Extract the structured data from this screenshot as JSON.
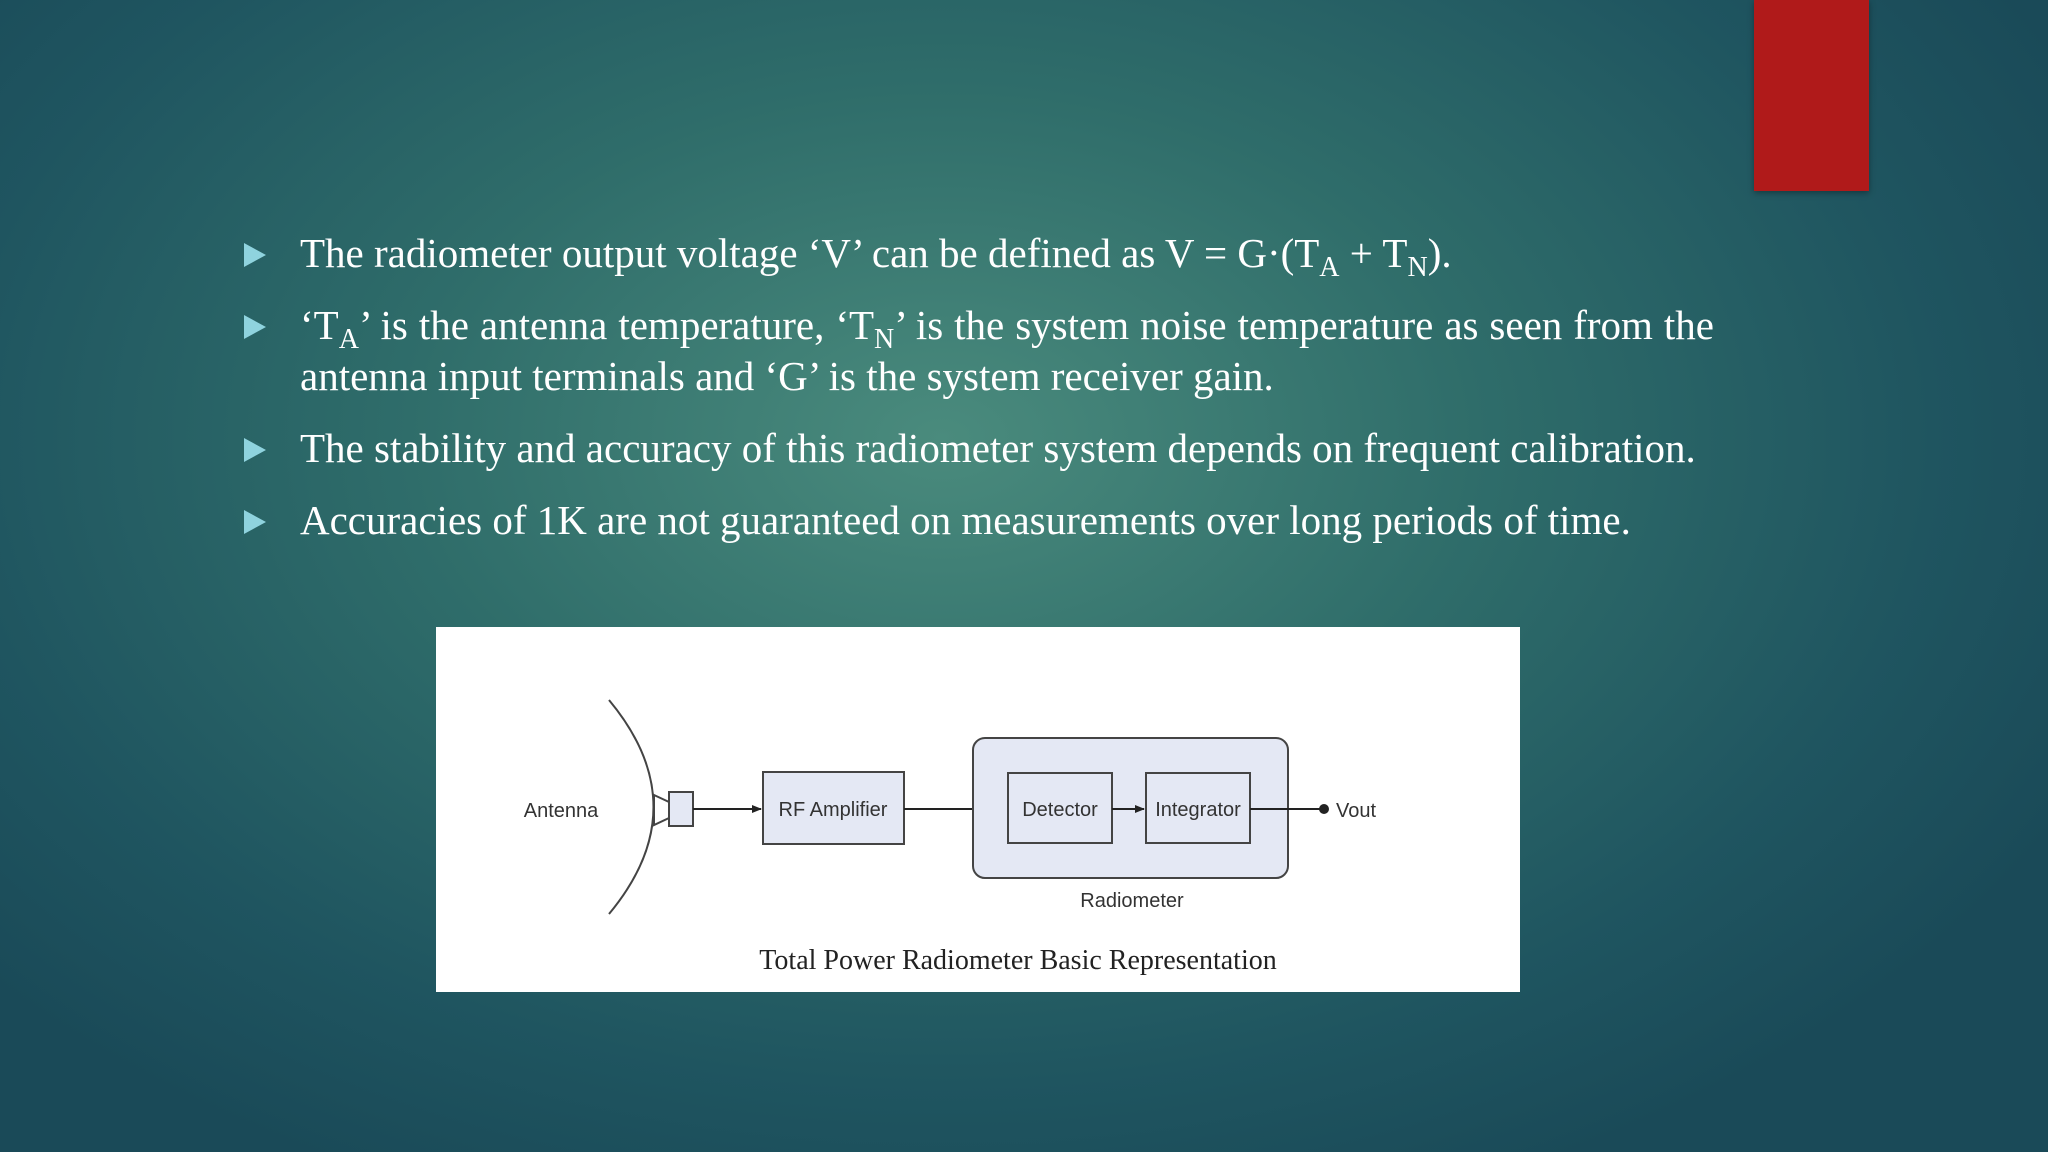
{
  "bullets": [
    {
      "parts": [
        {
          "t": "The radiometer output voltage ‘V’ can be defined as V = G·(T"
        },
        {
          "sub": "A"
        },
        {
          "t": " + T"
        },
        {
          "sub": "N"
        },
        {
          "t": ")."
        }
      ]
    },
    {
      "parts": [
        {
          "t": " ‘T"
        },
        {
          "sub": "A"
        },
        {
          "t": "’ is the antenna temperature, ‘T"
        },
        {
          "sub": "N"
        },
        {
          "t": "’ is the system noise temperature as seen from the antenna input terminals and ‘G’ is the system receiver gain."
        }
      ]
    },
    {
      "parts": [
        {
          "t": "The stability and accuracy of this radiometer system depends on frequent calibration."
        }
      ]
    },
    {
      "parts": [
        {
          "t": "Accuracies of 1K are not guaranteed on measurements over long periods of time."
        }
      ]
    }
  ],
  "diagram": {
    "antenna_label": "Antenna",
    "rf_amplifier_label": "RF Amplifier",
    "detector_label": "Detector",
    "integrator_label": "Integrator",
    "output_label": "Vout",
    "group_label": "Radiometer",
    "caption": "Total Power Radiometer Basic Representation"
  },
  "colors": {
    "accent_bar": "#b01a1a",
    "bullet_marker": "#8fd3de",
    "group_fill": "#e4e8f4"
  }
}
